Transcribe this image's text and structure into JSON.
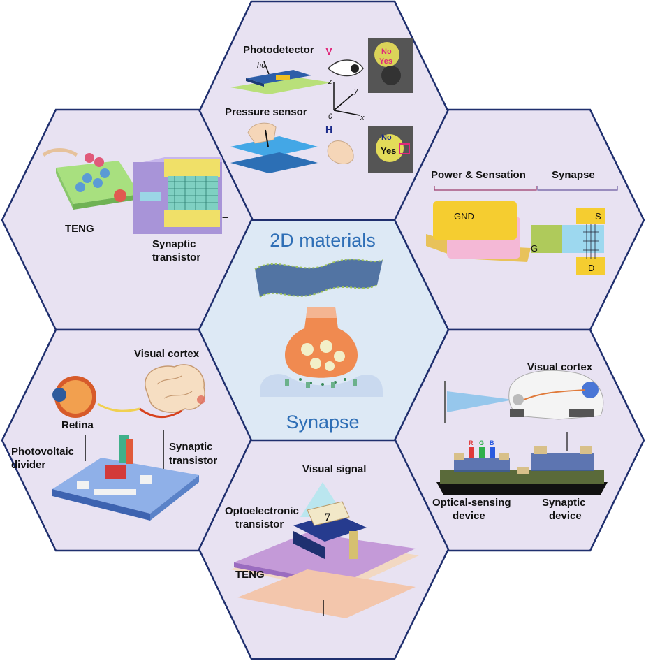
{
  "colors": {
    "hex_fill": "#e8e2f2",
    "center_fill": "#dde9f5",
    "hex_stroke": "#1f2f6e",
    "title_blue": "#2f6fb6",
    "pink_accent": "#e0287a",
    "navy_accent": "#1b2a8a"
  },
  "center": {
    "title": "2D materials",
    "subtitle": "Synapse"
  },
  "top": {
    "photodetector": "Photodetector",
    "h_nu": "hυ",
    "v_letter": "V",
    "pressure_sensor": "Pressure sensor",
    "h_letter": "H",
    "axis_z": "z",
    "axis_y": "y",
    "axis_x": "x",
    "axis_o": "0",
    "no_1": "No",
    "yes_1": "Yes",
    "no_2": "No",
    "yes_2": "Yes"
  },
  "top_left": {
    "teng": "TENG",
    "synaptic_transistor_1": "Synaptic",
    "synaptic_transistor_2": "transistor",
    "minus": "−"
  },
  "top_right": {
    "power_sensation": "Power & Sensation",
    "synapse": "Synapse",
    "gnd": "GND",
    "g": "G",
    "s": "S",
    "d": "D"
  },
  "bottom_left": {
    "visual_cortex": "Visual cortex",
    "retina": "Retina",
    "photovoltaic_1": "Photovoltaic",
    "photovoltaic_2": "divider",
    "synaptic_1": "Synaptic",
    "synaptic_2": "transistor"
  },
  "bottom": {
    "visual_signal": "Visual signal",
    "opto_1": "Optoelectronic",
    "opto_2": "transistor",
    "teng": "TENG",
    "seven": "7"
  },
  "bottom_right": {
    "visual_cortex": "Visual cortex",
    "r": "R",
    "g": "G",
    "b": "B",
    "optical_1": "Optical-sensing",
    "optical_2": "device",
    "synaptic_1": "Synaptic",
    "synaptic_2": "device"
  }
}
